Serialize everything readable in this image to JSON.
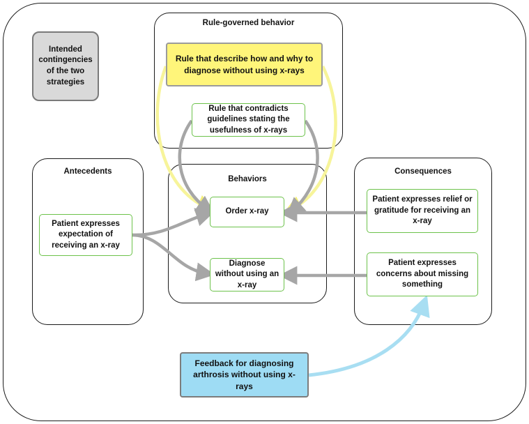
{
  "legend": {
    "label": "Intended contingencies of the two strategies"
  },
  "groups": {
    "rule_governed": {
      "title": "Rule-governed behavior"
    },
    "antecedents": {
      "title": "Antecedents"
    },
    "behaviors": {
      "title": "Behaviors"
    },
    "consequences": {
      "title": "Consequences"
    }
  },
  "nodes": {
    "rule_describe": "Rule that describe how and why to diagnose without using x-rays",
    "rule_contradicts": "Rule that contradicts guidelines stating the usefulness of x-rays",
    "patient_expectation": "Patient expresses expectation of receiving an x-ray",
    "order_xray": "Order x-ray",
    "diagnose_without": "Diagnose without using an x-ray",
    "patient_relief": "Patient expresses relief or gratitude for receiving an x-ray",
    "patient_concerns": "Patient expresses concerns about missing something",
    "feedback": "Feedback for diagnosing arthrosis without using x-rays"
  },
  "colors": {
    "gray_arrow": "#a6a6a6",
    "yellow_arrow": "#f7f49a",
    "blue_arrow": "#a8def2",
    "yellow_box": "#fff57a",
    "blue_box": "#9edcf4",
    "gray_box": "#d9d9d9",
    "node_border": "#6cc24a"
  }
}
